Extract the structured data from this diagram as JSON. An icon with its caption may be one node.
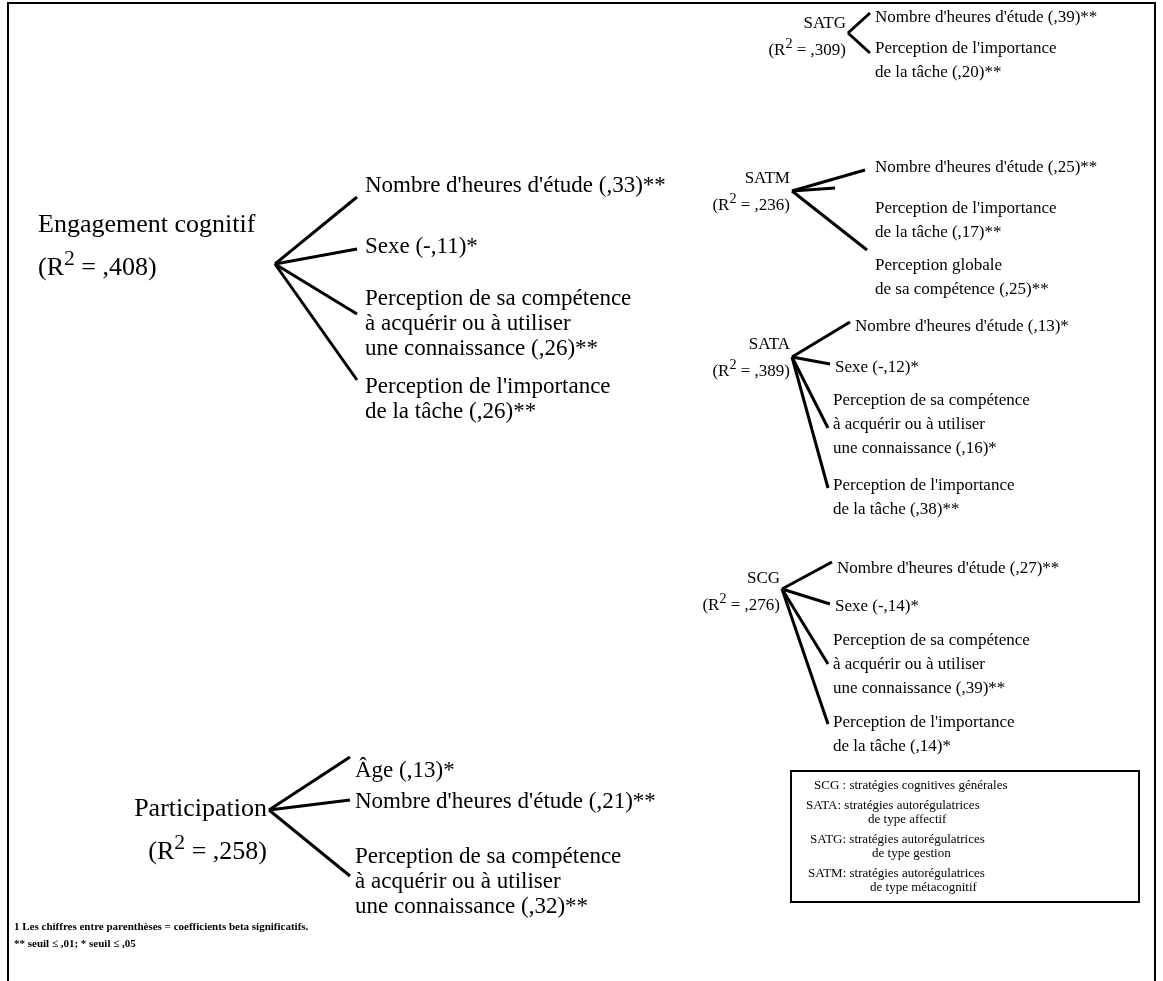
{
  "diagram": {
    "nodes": [
      {
        "text": [
          "SATG",
          "(R$^{2}$ = ,309)"
        ]
      },
      {
        "text": [
          "Nombre d'heures d'étude (,39)**"
        ]
      },
      {
        "text": [
          "Perception de l'importance de la tâche (,20)**"
        ]
      },
      {
        "text": [
          "Engagement cognitif",
          "(R$^{2}$ = ,408)"
        ]
      },
      {
        "text": [
          "Nombre d'heures d'étude (,33)**"
        ]
      },
      {
        "text": [
          "Sexe (-,11)*"
        ]
      },
      {
        "text": [
          "Perception de sa compétence à acquérir ou à utiliser une connaissance (,26)**"
        ]
      },
      {
        "text": [
          "Perception de l'importance de la tâche (,26)**"
        ]
      },
      {
        "text": [
          "SATM",
          "(R$^{2}$ = ,236)"
        ]
      },
      {
        "text": [
          "Nombre d'heures d'étude (,25)**"
        ]
      },
      {
        "text": [
          "Perception de l'importance de la tâche (,17)**"
        ]
      },
      {
        "text": [
          "Perception globale de sa compétence (,25)**"
        ]
      },
      {
        "text": [
          "SATA",
          "(R$^{2}$ = ,389)"
        ]
      },
      {
        "text": [
          "Nombre d'heures d'étude (,13)*"
        ]
      },
      {
        "text": [
          "Sexe (-,12)*"
        ]
      },
      {
        "text": [
          "Perception de sa compétence à acquérir ou à utiliser une connaissance (,16)*"
        ]
      },
      {
        "text": [
          "Perception de l'importance de la tâche (,38)**"
        ]
      },
      {
        "text": [
          "SCG",
          "(R$^{2}$ = ,276)"
        ]
      },
      {
        "text": [
          "Nombre d'heures d'étude (,27)**"
        ]
      },
      {
        "text": [
          "Sexe (-,14)*"
        ]
      },
      {
        "text": [
          "Perception de sa compétence à acquérir ou à utiliser une connaissance (,39)**"
        ]
      },
      {
        "text": [
          "Perception de l'importance de la tâche (,14)*"
        ]
      },
      {
        "text": [
          "Participation",
          "(R$^{2}$ = ,258)"
        ]
      },
      {
        "text": [
          "Âge (,13)*"
        ]
      },
      {
        "text": [
          "Nombre d'heures d'étude (,21)**"
        ]
      },
      {
        "text": [
          "Perception de sa compétence à acquérir ou à utiliser une connaissance (,32)**"
        ]
      }
    ],
    "edges": [
      {
        "from": 0,
        "to": 1,
        "arrow": "none"
      },
      {
        "from": 0,
        "to": 2,
        "arrow": "none"
      },
      {
        "from": 3,
        "to": 4,
        "arrow": "none"
      },
      {
        "from": 3,
        "to": 5,
        "arrow": "none"
      },
      {
        "from": 3,
        "to": 6,
        "arrow": "none"
      },
      {
        "from": 3,
        "to": 7,
        "arrow": "none"
      },
      {
        "from": 8,
        "to": 9,
        "arrow": "none"
      },
      {
        "from": 8,
        "to": 10,
        "arrow": "none"
      },
      {
        "from": 8,
        "to": 11,
        "arrow": "none"
      },
      {
        "from": 12,
        "to": 13,
        "arrow": "none"
      },
      {
        "from": 12,
        "to": 14,
        "arrow": "none"
      },
      {
        "from": 12,
        "to": 15,
        "arrow": "none"
      },
      {
        "from": 12,
        "to": 16,
        "arrow": "none"
      },
      {
        "from": 17,
        "to": 18,
        "arrow": "none"
      },
      {
        "from": 17,
        "to": 19,
        "arrow": "none"
      },
      {
        "from": 17,
        "to": 20,
        "arrow": "none"
      },
      {
        "from": 17,
        "to": 21,
        "arrow": "none"
      },
      {
        "from": 22,
        "to": 23,
        "arrow": "none"
      },
      {
        "from": 22,
        "to": 24,
        "arrow": "none"
      },
      {
        "from": 22,
        "to": 25,
        "arrow": "none"
      }
    ],
    "labels": [
      "SCG : stratégies cognitives générales",
      "SATA: stratégies autorégulatrices de type affectif",
      "SATG: stratégies autorégulatrices de type gestion",
      "SATM: stratégies autorégulatrices de type métacognitif",
      "1 Les chiffres entre parenthèses = coefficients beta significatifs.",
      "** seuil ≤ ,01; * seuil ≤ ,05"
    ]
  }
}
